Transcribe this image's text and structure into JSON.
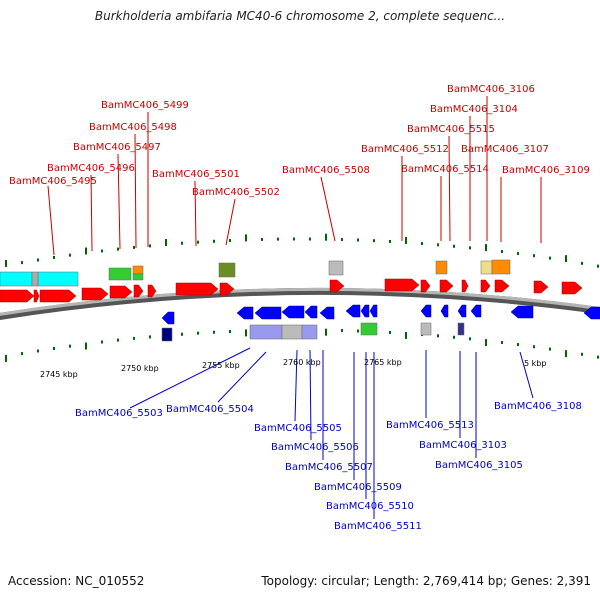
{
  "title": "Burkholderia ambifaria MC40-6 chromosome 2, complete sequenc...",
  "footer": {
    "accession": "Accession: NC_010552",
    "summary": "Topology: circular; Length: 2,769,414 bp; Genes: 2,391"
  },
  "colors": {
    "forward_gene": "#ff0000",
    "reverse_gene": "#0000ff",
    "forward_label": "#cc0000",
    "reverse_label": "#0000cc",
    "backbone": "#8c8c8c",
    "tick": "#006400",
    "cyan_track": "#00ffff",
    "green_track": "#33cc33",
    "orange_track": "#ff8c00",
    "olive_track": "#6b8e23",
    "grey_track": "#bbbbbb",
    "lavender_track": "#9999ee",
    "navy_track": "#000080"
  },
  "scale_labels": [
    "2745 kbp",
    "2750 kbp",
    "2755 kbp",
    "2760 kbp",
    "2765 kbp",
    "5 kbp"
  ],
  "forward_labels": [
    "BamMC406_5495",
    "BamMC406_5496",
    "BamMC406_5497",
    "BamMC406_5498",
    "BamMC406_5499",
    "BamMC406_5501",
    "BamMC406_5502",
    "BamMC406_5508",
    "BamMC406_5512",
    "BamMC406_5514",
    "BamMC406_5515",
    "BamMC406_3104",
    "BamMC406_3106",
    "BamMC406_3107",
    "BamMC406_3109"
  ],
  "reverse_labels": [
    "BamMC406_5503",
    "BamMC406_5504",
    "BamMC406_5505",
    "BamMC406_5506",
    "BamMC406_5507",
    "BamMC406_5509",
    "BamMC406_5510",
    "BamMC406_5511",
    "BamMC406_5513",
    "BamMC406_3103",
    "BamMC406_3105",
    "BamMC406_3108"
  ]
}
